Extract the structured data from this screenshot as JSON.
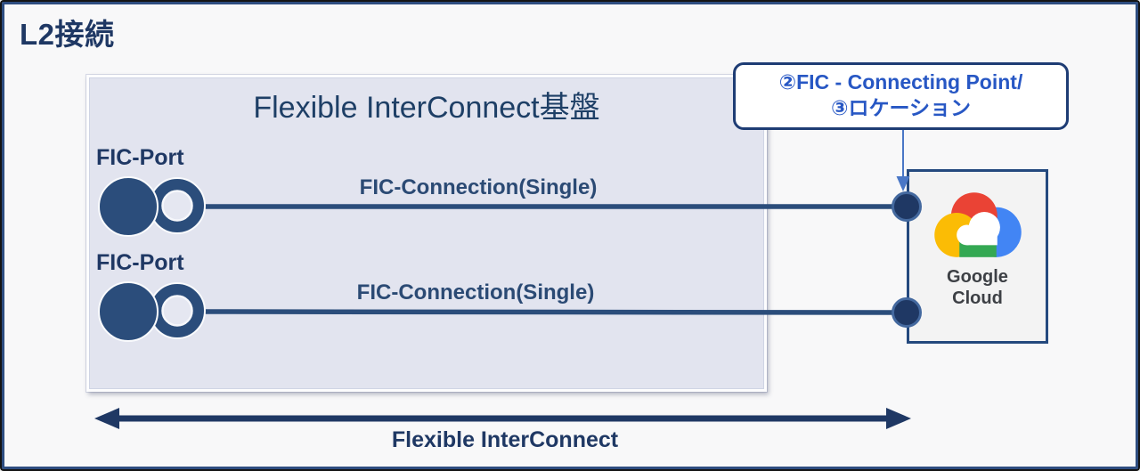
{
  "page": {
    "title": "L2接続"
  },
  "platform_box": {
    "title": "Flexible InterConnect基盤"
  },
  "ports": [
    {
      "label": "FIC-Port"
    },
    {
      "label": "FIC-Port"
    }
  ],
  "connections": [
    {
      "label": "FIC-Connection(Single)"
    },
    {
      "label": "FIC-Connection(Single)"
    }
  ],
  "callout": {
    "line1": "②FIC - Connecting Point/",
    "line2": "③ロケーション"
  },
  "cloud_provider": {
    "name_line1": "Google",
    "name_line2": "Cloud"
  },
  "span_label": "Flexible InterConnect",
  "colors": {
    "navy_text": "#1f3864",
    "navy_line": "#2b4d7b",
    "platform_fill": "#e2e4ef",
    "callout_text_blue": "#2757c4",
    "callout_arrow_blue": "#4a77c6",
    "cloud_box_fill": "#f3f3f3",
    "google_red": "#EA4335",
    "google_blue": "#4285F4",
    "google_yellow": "#FBBC05",
    "google_green": "#34A853",
    "google_text_gray": "#3d4045"
  }
}
